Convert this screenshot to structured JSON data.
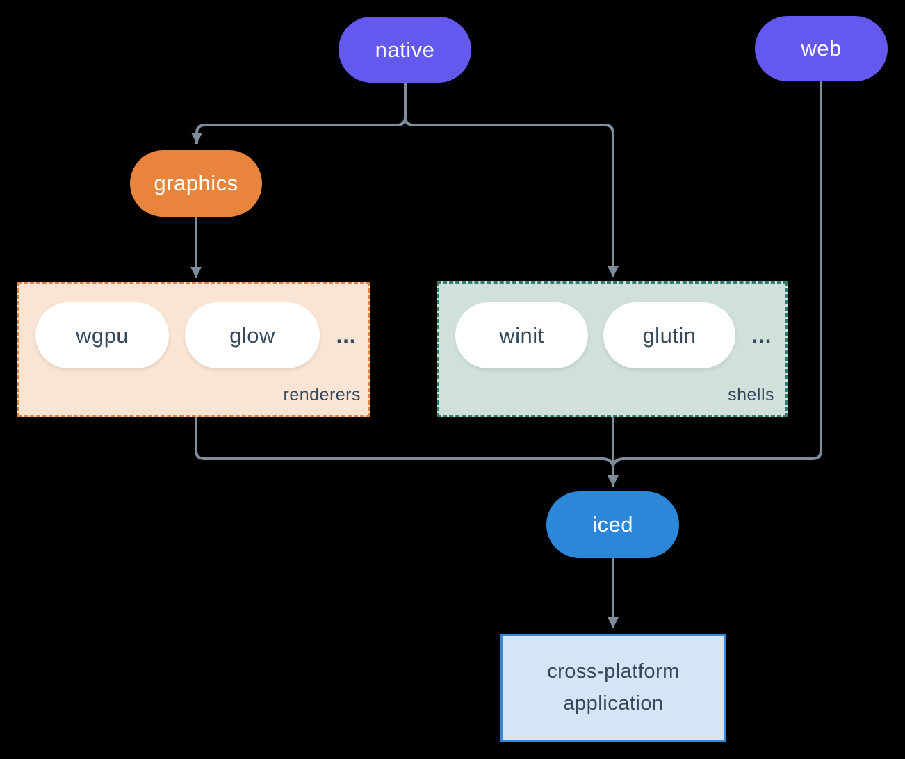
{
  "colors": {
    "background": "#000000",
    "line": "#7f8c9a",
    "purple": "#6459ee",
    "orange": "#e8843c",
    "blue": "#2d87d8",
    "renderers_bg": "#fae4d3",
    "renderers_border": "#e0813f",
    "shells_bg": "#d0e1dc",
    "shells_border": "#2e7d6e",
    "app_bg": "#d5e5f6",
    "app_border": "#3a87d4",
    "dark_text": "#36495c"
  },
  "nodes": {
    "native": "native",
    "web": "web",
    "graphics": "graphics",
    "wgpu": "wgpu",
    "glow": "glow",
    "winit": "winit",
    "glutin": "glutin",
    "iced": "iced",
    "application": "cross-platform application"
  },
  "groups": {
    "renderers": {
      "label": "renderers",
      "ellipsis": "..."
    },
    "shells": {
      "label": "shells",
      "ellipsis": "..."
    }
  },
  "edges": [
    {
      "from": "native",
      "to": "graphics"
    },
    {
      "from": "native",
      "to": "shells"
    },
    {
      "from": "graphics",
      "to": "renderers"
    },
    {
      "from": "renderers",
      "to": "iced"
    },
    {
      "from": "shells",
      "to": "iced"
    },
    {
      "from": "web",
      "to": "iced"
    },
    {
      "from": "iced",
      "to": "application"
    }
  ]
}
